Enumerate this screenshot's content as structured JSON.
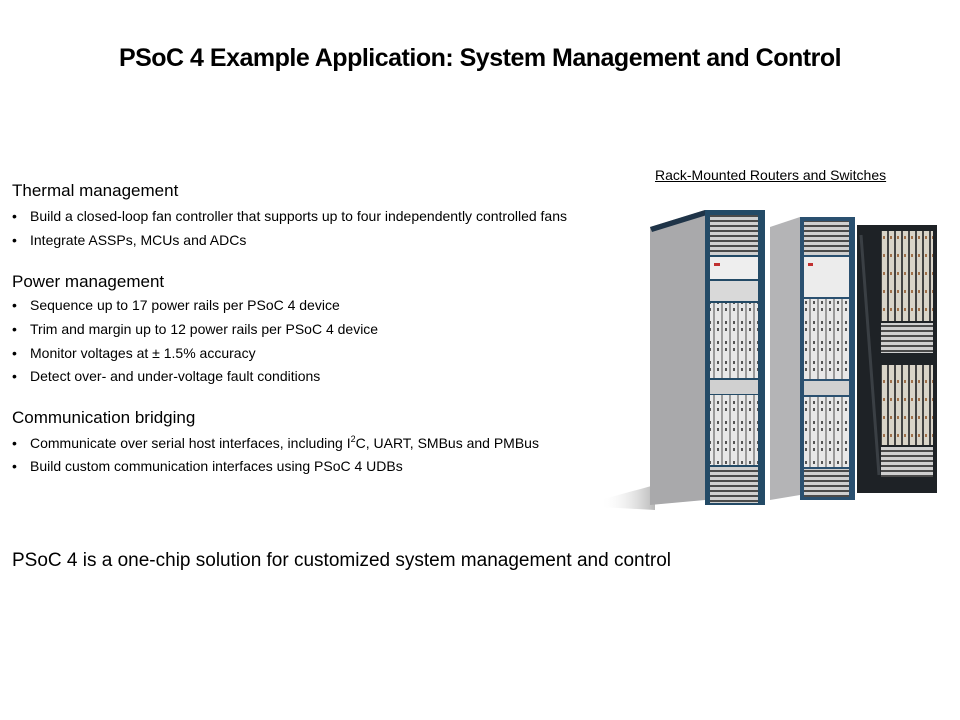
{
  "slide": {
    "title": "PSoC 4 Example Application: System Management and Control",
    "sections": [
      {
        "heading": "Thermal management",
        "bullets": [
          "Build a closed-loop fan controller that supports up to four independently  controlled fans",
          "Integrate  ASSPs, MCUs and ADCs"
        ]
      },
      {
        "heading": "Power management",
        "bullets": [
          "Sequence up to 17 power rails per PSoC 4 device",
          "Trim and margin up to 12 power rails per PSoC 4 device",
          "Monitor voltages at ± 1.5% accuracy",
          "Detect over- and under-voltage  fault  conditions"
        ]
      },
      {
        "heading": "Communication bridging",
        "bullets": [
          {
            "pre": "Communicate  over serial host interfaces,  including I",
            "sup": "2",
            "post": "C, UART, SMBus and PMBus"
          },
          "Build custom communication interfaces using PSoC 4 UDBs"
        ]
      }
    ],
    "bullet_glyph": "•",
    "statement": "PSoC 4 is a one-chip solution for customized  system management  and control",
    "image": {
      "caption": "Rack-Mounted Routers and Switches",
      "alt": "rack-mounted-routers-image"
    }
  }
}
